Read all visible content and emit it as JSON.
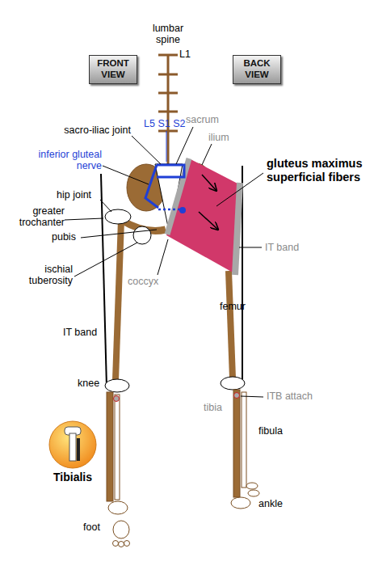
{
  "diagram": {
    "nodes": [
      {
        "text": [
          "FRONT VIEW"
        ]
      },
      {
        "text": [
          "BACK VIEW"
        ]
      }
    ],
    "labels": [
      "lumbar spine",
      "L1",
      "L5 S1 S2",
      "sacrum",
      "ilium",
      "sacro-iliac joint",
      "inferior gluteal nerve",
      "gluteus maximus superficial fibers",
      "hip joint",
      "greater trochanter",
      "pubis",
      "ischial tuberosity",
      "coccyx",
      "IT band",
      "femur",
      "IT band",
      "knee",
      "tibia",
      "ITB attach",
      "fibula",
      "ankle",
      "foot",
      "Tibialis"
    ]
  }
}
